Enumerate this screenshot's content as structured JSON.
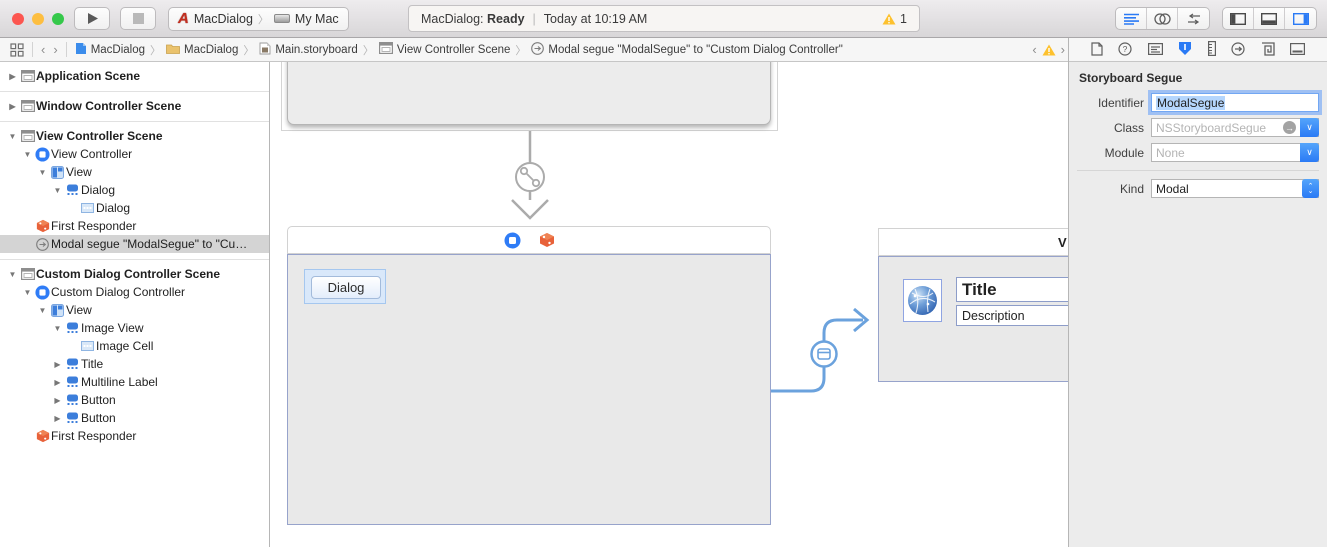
{
  "toolbar": {
    "scheme": {
      "project": "MacDialog",
      "destination": "My Mac"
    },
    "status": {
      "app": "MacDialog:",
      "state": "Ready",
      "time": "Today at 10:19 AM",
      "warning_count": "1"
    },
    "editor_buttons": [
      "standard-editor",
      "assistant-editor",
      "version-editor"
    ],
    "panel_buttons": [
      "navigator-panel",
      "debug-panel",
      "inspector-panel"
    ]
  },
  "jumpbar": {
    "crumbs": [
      {
        "icon": "project-doc",
        "label": "MacDialog"
      },
      {
        "icon": "folder",
        "label": "MacDialog"
      },
      {
        "icon": "storyboard-file",
        "label": "Main.storyboard"
      },
      {
        "icon": "scene",
        "label": "View Controller Scene"
      },
      {
        "icon": "segue",
        "label": "Modal segue \"ModalSegue\" to \"Custom Dialog Controller\""
      }
    ]
  },
  "sidebar": {
    "items": [
      {
        "label": "Application Scene",
        "icon": "scene",
        "disclosure": "closed",
        "bold": true,
        "indent": 0,
        "sep_after": true
      },
      {
        "label": "Window Controller Scene",
        "icon": "scene",
        "disclosure": "closed",
        "bold": true,
        "indent": 0,
        "sep_after": true
      },
      {
        "label": "View Controller Scene",
        "icon": "scene",
        "disclosure": "open",
        "bold": true,
        "indent": 0
      },
      {
        "label": "View Controller",
        "icon": "view-controller",
        "disclosure": "open",
        "indent": 1
      },
      {
        "label": "View",
        "icon": "view",
        "disclosure": "open",
        "indent": 2
      },
      {
        "label": "Dialog",
        "icon": "widget",
        "disclosure": "open",
        "indent": 3
      },
      {
        "label": "Dialog",
        "icon": "cell",
        "indent": 4
      },
      {
        "label": "First Responder",
        "icon": "first-responder",
        "indent": 1
      },
      {
        "label": "Modal segue \"ModalSegue\" to \"Cu…",
        "icon": "segue",
        "indent": 1,
        "selected": true,
        "sep_after": true
      },
      {
        "label": "Custom Dialog Controller Scene",
        "icon": "scene",
        "disclosure": "open",
        "bold": true,
        "indent": 0
      },
      {
        "label": "Custom Dialog Controller",
        "icon": "view-controller",
        "disclosure": "open",
        "indent": 1
      },
      {
        "label": "View",
        "icon": "view",
        "disclosure": "open",
        "indent": 2
      },
      {
        "label": "Image View",
        "icon": "widget",
        "disclosure": "open",
        "indent": 3
      },
      {
        "label": "Image Cell",
        "icon": "cell",
        "indent": 4
      },
      {
        "label": "Title",
        "icon": "widget",
        "disclosure": "closed",
        "indent": 3
      },
      {
        "label": "Multiline Label",
        "icon": "widget",
        "disclosure": "closed",
        "indent": 3
      },
      {
        "label": "Button",
        "icon": "widget",
        "disclosure": "closed",
        "indent": 3
      },
      {
        "label": "Button",
        "icon": "widget",
        "disclosure": "closed",
        "indent": 3
      },
      {
        "label": "First Responder",
        "icon": "first-responder",
        "indent": 1
      }
    ]
  },
  "canvas": {
    "dialog_button_label": "Dialog",
    "dialog_scene": {
      "clipped_title": "V",
      "title_field": "Title",
      "description_field": "Description"
    }
  },
  "inspector": {
    "tabs": [
      "file",
      "quick-help",
      "identity",
      "attributes",
      "size",
      "connections",
      "bindings",
      "view-effects"
    ],
    "active_tab_index": 3,
    "section_title": "Storyboard Segue",
    "identifier_label": "Identifier",
    "identifier_value": "ModalSegue",
    "class_label": "Class",
    "class_placeholder": "NSStoryboardSegue",
    "module_label": "Module",
    "module_placeholder": "None",
    "kind_label": "Kind",
    "kind_value": "Modal"
  },
  "colors": {
    "accent_blue": "#2a7af5",
    "segue_blue": "#6ba2dd",
    "warning_yellow": "#fdc12e",
    "traffic_red": "#fc5650",
    "traffic_yellow": "#fdbe40",
    "traffic_green": "#35c84a",
    "first_responder_orange": "#e8623a"
  }
}
